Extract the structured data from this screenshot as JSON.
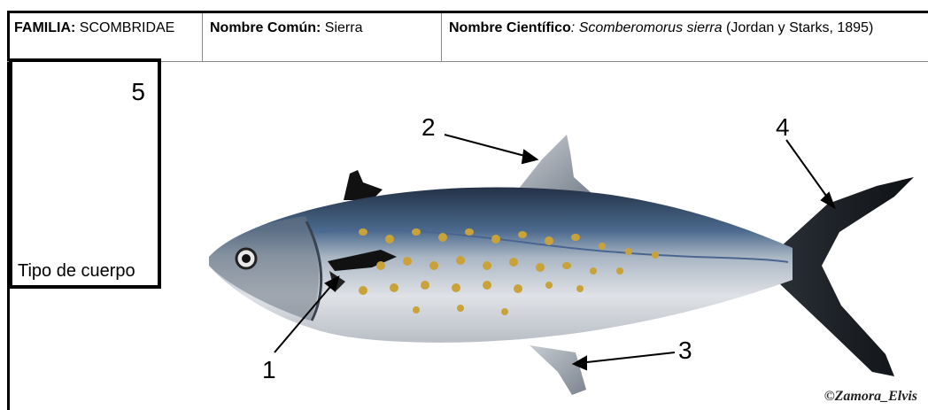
{
  "header": {
    "familia_label": "FAMILIA:",
    "familia_value": "SCOMBRIDAE",
    "comun_label": "Nombre Común:",
    "comun_value": "Sierra",
    "cientifico_label": "Nombre Científico",
    "cientifico_colon": ":",
    "cientifico_value": "Scomberomorus sierra",
    "cientifico_author": "(Jordan y Starks, 1895)"
  },
  "box": {
    "number": "5",
    "label": "Tipo de cuerpo"
  },
  "labels": {
    "one": "1",
    "two": "2",
    "three": "3",
    "four": "4"
  },
  "credit": "©Zamora_Elvis",
  "colors": {
    "border": "#000000",
    "fish_back": "#2b3a52",
    "fish_belly": "#d9dde2",
    "spots": "#c9a23a"
  }
}
